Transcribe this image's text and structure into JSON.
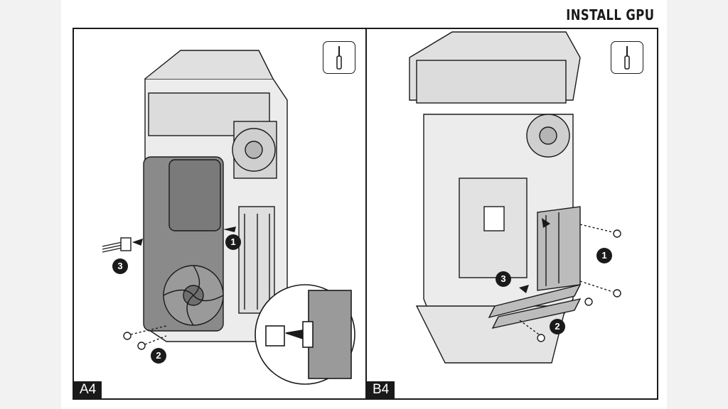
{
  "header": {
    "title": "INSTALL GPU"
  },
  "panels": [
    {
      "label": "A4",
      "steps": [
        "1",
        "2",
        "3"
      ],
      "tool": "screwdriver-icon"
    },
    {
      "label": "B4",
      "steps": [
        "1",
        "2",
        "3"
      ],
      "tool": "screwdriver-icon"
    }
  ],
  "colors": {
    "line": "#1a1a1a",
    "gpu": "#8a8a8a",
    "case": "#e6e6e6"
  }
}
